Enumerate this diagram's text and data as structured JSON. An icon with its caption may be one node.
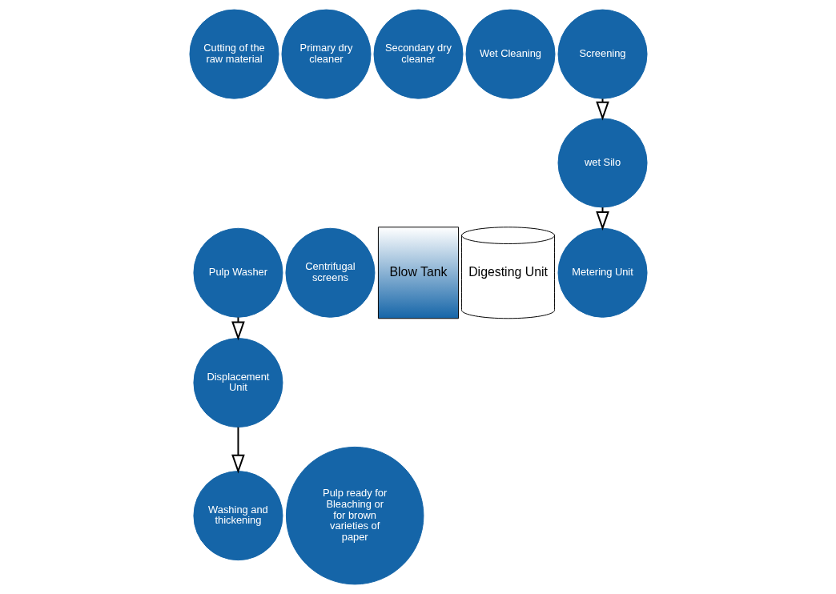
{
  "diagram": {
    "nodes": [
      {
        "text": [
          "Cutting of the raw material"
        ]
      },
      {
        "text": [
          "Primary dry cleaner"
        ]
      },
      {
        "text": [
          "Secondary dry cleaner"
        ]
      },
      {
        "text": [
          "Wet Cleaning"
        ]
      },
      {
        "text": [
          "Screening"
        ]
      },
      {
        "text": [
          "wet Silo"
        ]
      },
      {
        "text": [
          "Metering Unit"
        ]
      },
      {
        "text": [
          "Digesting Unit"
        ]
      },
      {
        "text": [
          "Blow Tank"
        ]
      },
      {
        "text": [
          "Centrifugal screens"
        ]
      },
      {
        "text": [
          "Pulp Washer"
        ]
      },
      {
        "text": [
          "Displacement Unit"
        ]
      },
      {
        "text": [
          "Washing and thickening"
        ]
      },
      {
        "text": [
          "Pulp ready for Bleaching or for brown varieties of paper"
        ]
      }
    ],
    "edges": [
      {
        "from": 4,
        "to": 5,
        "arrow": "to"
      },
      {
        "from": 5,
        "to": 6,
        "arrow": "to"
      },
      {
        "from": 10,
        "to": 11,
        "arrow": "to"
      },
      {
        "from": 11,
        "to": 12,
        "arrow": "to"
      }
    ]
  }
}
